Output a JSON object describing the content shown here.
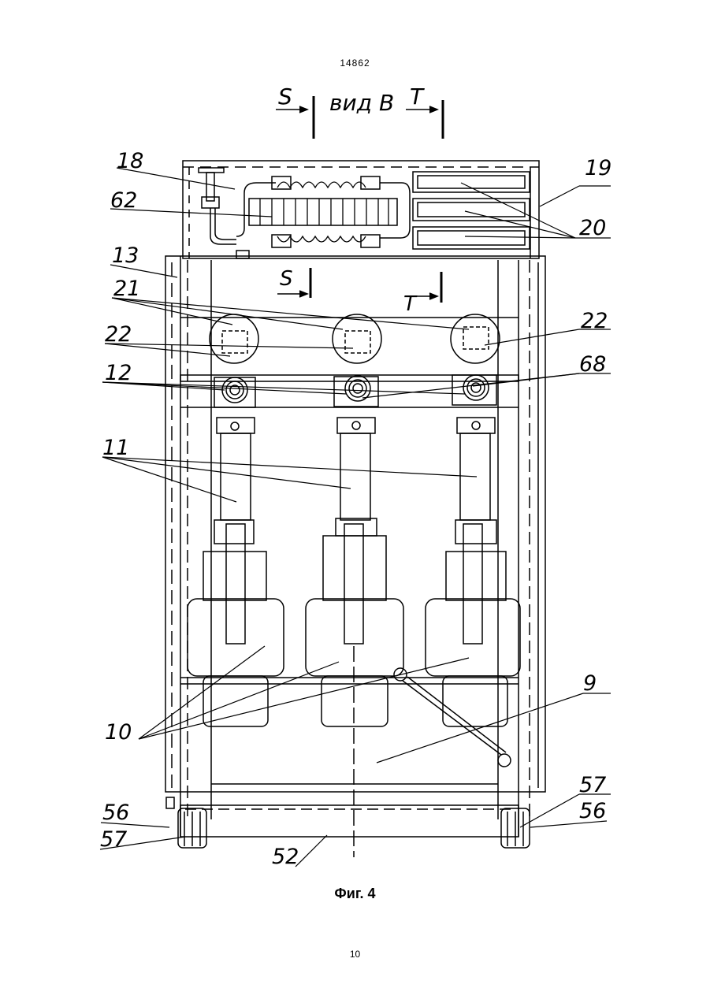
{
  "document": {
    "number": "14862",
    "page": "10",
    "caption": "Фиг. 4"
  },
  "drawing": {
    "view_label": "вид В",
    "section_S": "S",
    "section_T": "T",
    "labels": {
      "l18": "18",
      "l62": "62",
      "l13": "13",
      "l21": "21",
      "l22_left": "22",
      "l12": "12",
      "l11": "11",
      "l10": "10",
      "l19": "19",
      "l20": "20",
      "l22_right": "22",
      "l68": "68",
      "l9": "9",
      "l57_right": "57",
      "l56_right": "56",
      "l56_left": "56",
      "l57_left": "57",
      "l52": "52",
      "s_inner": "S",
      "t_inner": "T"
    }
  }
}
